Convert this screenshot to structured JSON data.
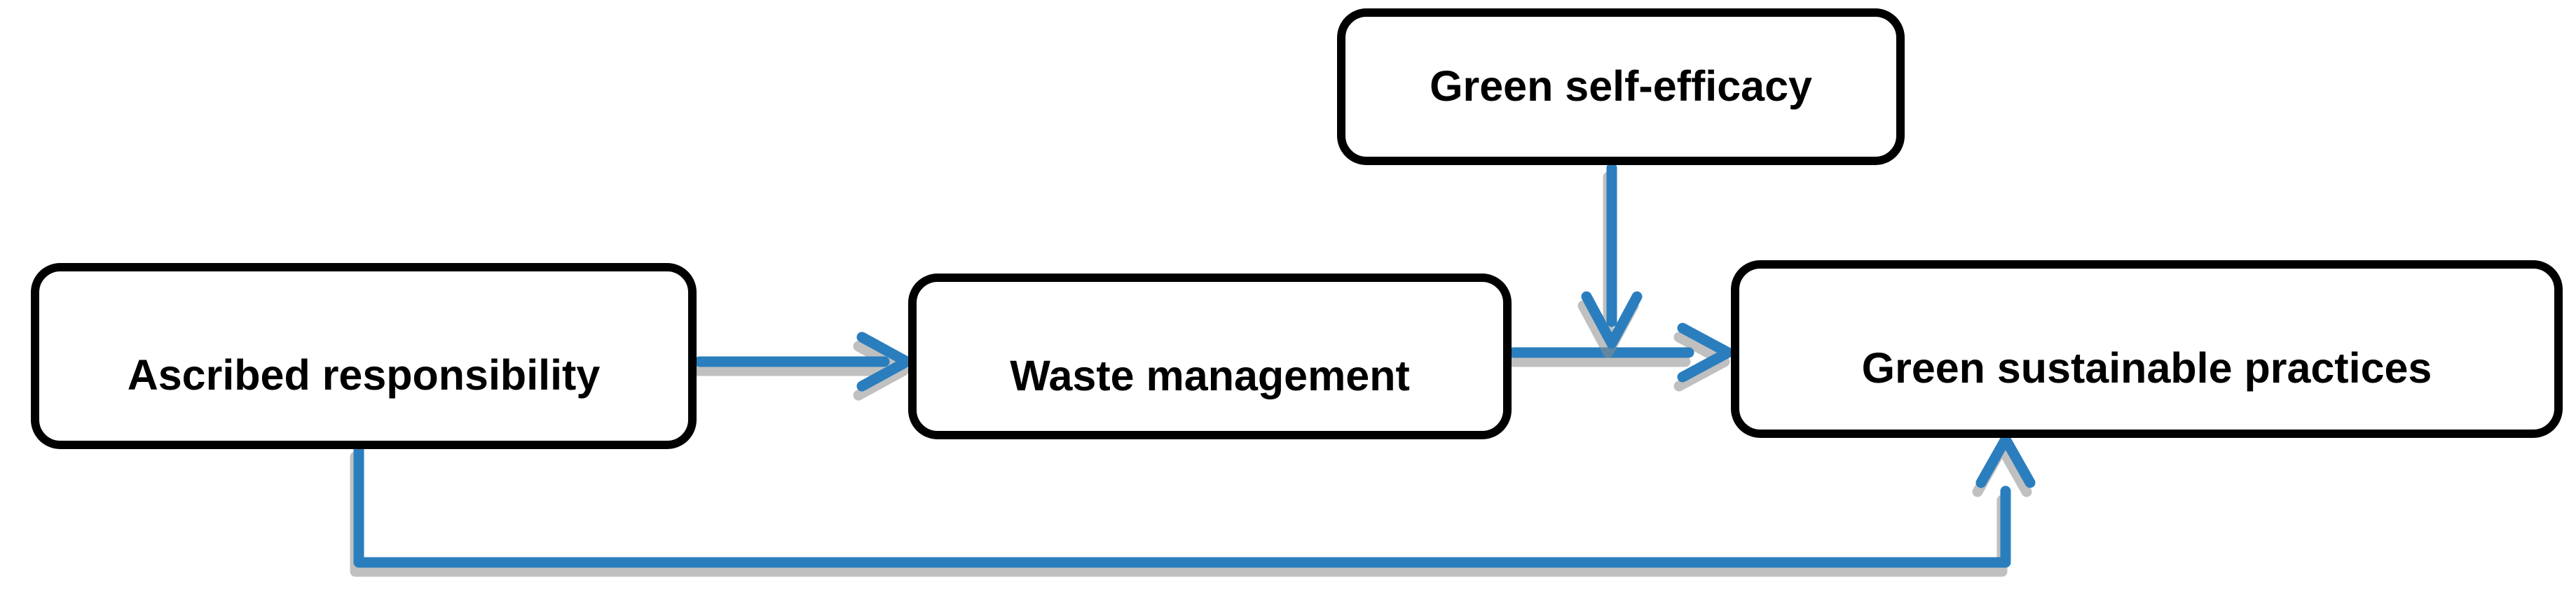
{
  "diagram": {
    "nodes": [
      {
        "id": "green-self-efficacy",
        "label": "Green self-efficacy"
      },
      {
        "id": "ascribed-responsibility",
        "label": "Ascribed responsibility"
      },
      {
        "id": "waste-management",
        "label": "Waste management"
      },
      {
        "id": "green-sustainable-practices",
        "label": "Green sustainable practices"
      }
    ],
    "connectors": [
      {
        "id": "ascribed-to-waste",
        "from": "ascribed-responsibility",
        "to": "waste-management"
      },
      {
        "id": "waste-to-practices",
        "from": "waste-management",
        "to": "green-sustainable-practices"
      },
      {
        "id": "self-efficacy-moderation",
        "from": "green-self-efficacy",
        "to": "waste-to-practices-arrow"
      },
      {
        "id": "ascribed-direct-effect",
        "from": "ascribed-responsibility",
        "to": "green-sustainable-practices"
      }
    ],
    "colors": {
      "background": "#ffffff",
      "box_fill": "#ffffff",
      "box_border": "#000000",
      "text": "#000000",
      "arrow": "#2B7EBD",
      "arrow_shadow": "rgba(140,140,140,0.55)"
    }
  }
}
